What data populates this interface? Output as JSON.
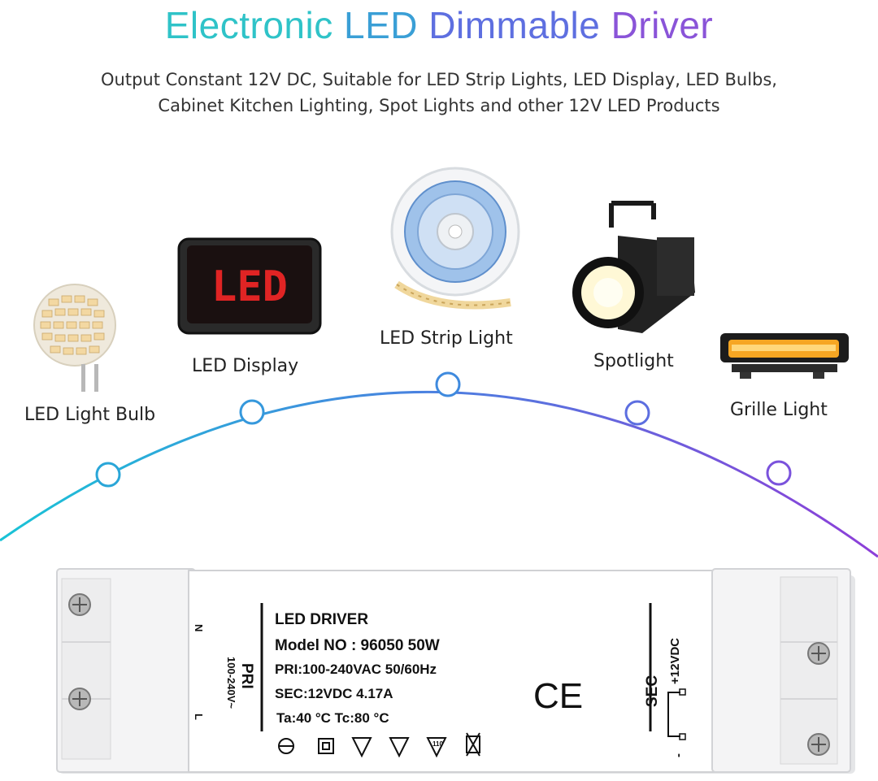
{
  "header": {
    "title_parts": [
      "Electronic ",
      "LED ",
      "Dimmable ",
      "Driver"
    ],
    "subtitle_line1": "Output Constant 12V DC, Suitable for LED Strip Lights, LED Display, LED Bulbs,",
    "subtitle_line2": "Cabinet Kitchen Lighting, Spot Lights and other 12V LED Products"
  },
  "products": [
    {
      "label": "LED Light Bulb",
      "icon": "led-bulb-icon"
    },
    {
      "label": "LED Display",
      "icon": "led-display-icon",
      "display_text": "LED"
    },
    {
      "label": "LED Strip Light",
      "icon": "led-strip-icon"
    },
    {
      "label": "Spotlight",
      "icon": "spotlight-icon"
    },
    {
      "label": "Grille Light",
      "icon": "grille-light-icon"
    }
  ],
  "driver_label": {
    "title": "LED DRIVER",
    "model": "Model NO : 96050   50W",
    "pri": "PRI:100-240VAC     50/60Hz",
    "sec": "SEC:12VDC      4.17A",
    "temp": "Ta:40 °C     Tc:80 °C",
    "ce": "CE",
    "left_side_top": "N",
    "left_side_bottom": "L",
    "left_pri": "PRI",
    "left_voltage": "100-240V~",
    "right_sec": "SEC",
    "right_voltage": "+12VDC",
    "right_minus": "-",
    "mark_110": "110"
  },
  "colors": {
    "arc_start": "#1fb8d6",
    "arc_end": "#8a3fd6",
    "node_stroke": "#2a9fd8"
  }
}
